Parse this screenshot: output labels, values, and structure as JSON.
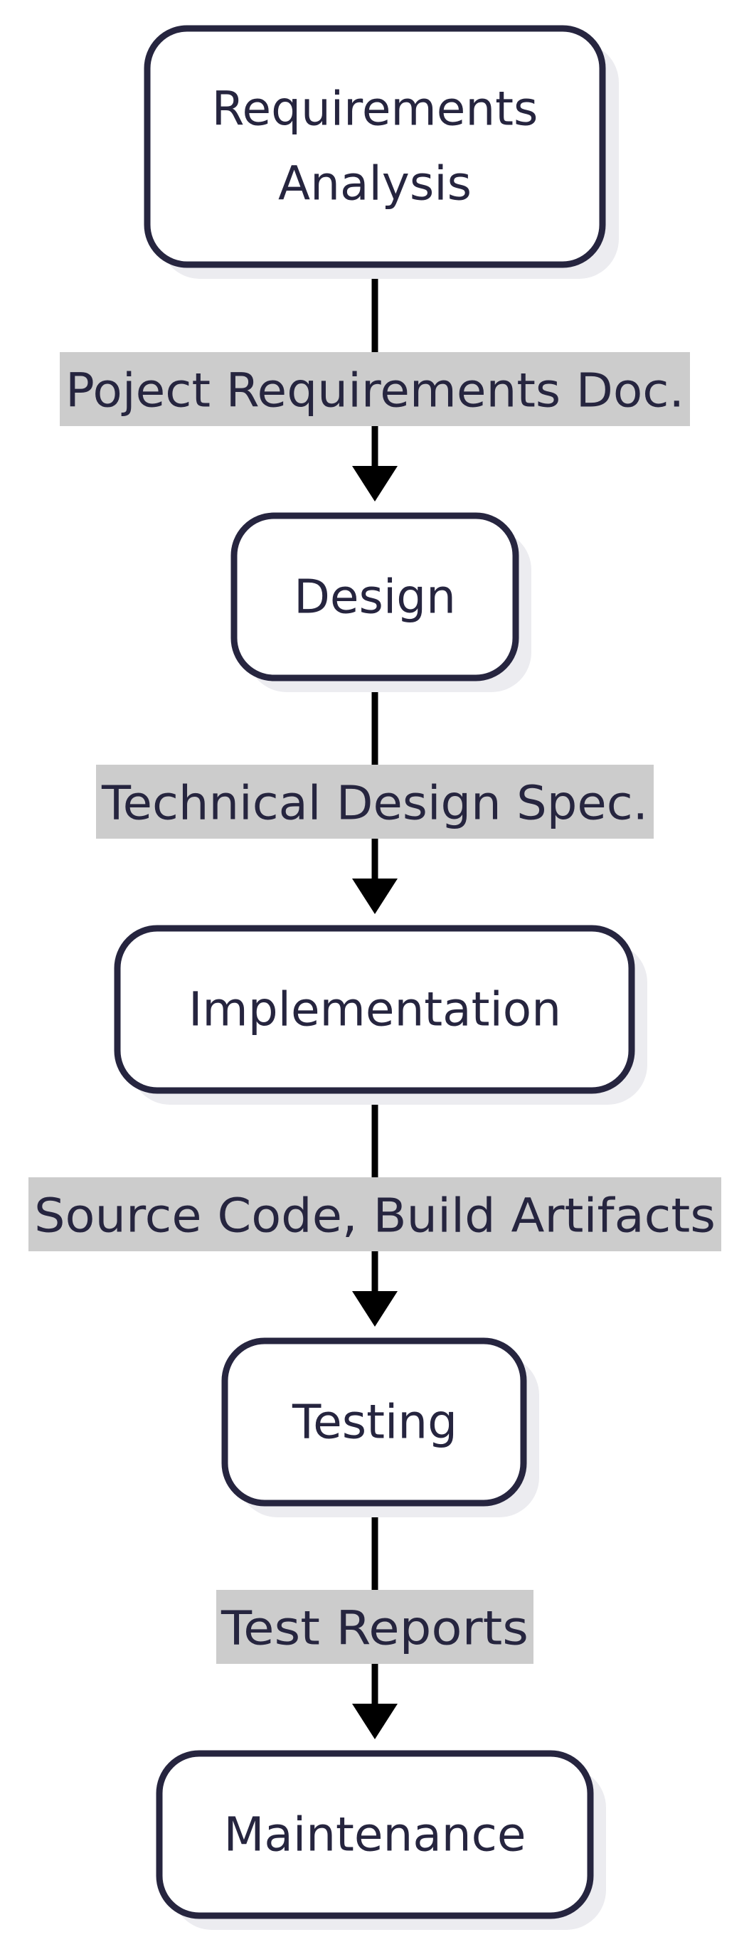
{
  "diagram": {
    "type": "flowchart",
    "direction": "top-to-bottom",
    "colors": {
      "node_stroke": "#26253f",
      "node_fill": "#ffffff",
      "node_shadow": "#ececf0",
      "text": "#26253f",
      "edge": "#000000",
      "edge_label_bg": "#cccccc"
    },
    "nodes": [
      {
        "id": "requirements",
        "lines": [
          "Requirements",
          "Analysis"
        ]
      },
      {
        "id": "design",
        "lines": [
          "Design"
        ]
      },
      {
        "id": "implementation",
        "lines": [
          "Implementation"
        ]
      },
      {
        "id": "testing",
        "lines": [
          "Testing"
        ]
      },
      {
        "id": "maintenance",
        "lines": [
          "Maintenance"
        ]
      }
    ],
    "edges": [
      {
        "from": "requirements",
        "to": "design",
        "label": "Poject Requirements Doc."
      },
      {
        "from": "design",
        "to": "implementation",
        "label": "Technical Design Spec."
      },
      {
        "from": "implementation",
        "to": "testing",
        "label": "Source Code, Build Artifacts"
      },
      {
        "from": "testing",
        "to": "maintenance",
        "label": "Test Reports"
      }
    ]
  }
}
